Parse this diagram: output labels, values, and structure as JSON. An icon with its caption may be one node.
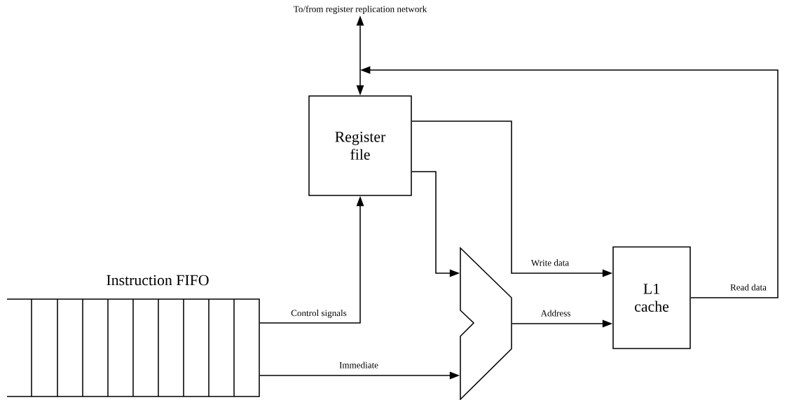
{
  "diagram": {
    "nodes": [
      {
        "text": [
          "To/from register replication network"
        ]
      },
      {
        "text": [
          "Register file"
        ]
      },
      {
        "text": [
          "Instruction FIFO"
        ]
      },
      {
        "text": [],
        "shape": "trapezoid"
      },
      {
        "text": [
          "L1 cache"
        ]
      }
    ],
    "edges": [
      {
        "from": 0,
        "to": 1,
        "arrow": "both"
      },
      {
        "from": 4,
        "to": 1,
        "arrow": "to",
        "label": "Read data"
      },
      {
        "from": 2,
        "to": 1,
        "arrow": "to",
        "label": "Control signals"
      },
      {
        "from": 2,
        "to": 3,
        "arrow": "to",
        "label": "Immediate"
      },
      {
        "from": 1,
        "to": 3,
        "arrow": "to"
      },
      {
        "from": 1,
        "to": 4,
        "arrow": "to",
        "label": "Write data"
      },
      {
        "from": 3,
        "to": 4,
        "arrow": "to",
        "label": "Address"
      }
    ]
  }
}
